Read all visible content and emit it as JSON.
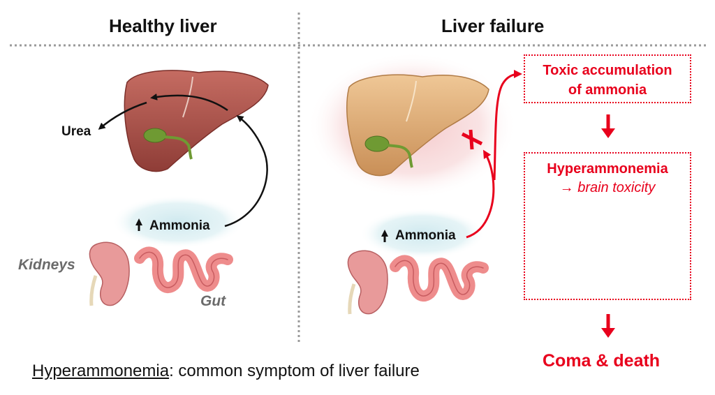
{
  "healthy_panel": {
    "title": "Healthy liver",
    "urea_label": "Urea",
    "ammonia_label": "Ammonia",
    "kidneys_label": "Kidneys",
    "gut_label": "Gut"
  },
  "failure_panel": {
    "title": "Liver failure",
    "ammonia_label": "Ammonia",
    "box1": {
      "line1": "Toxic accumulation",
      "line2": "of ammonia"
    },
    "box2": {
      "line1": "Hyperammonemia",
      "line2": "→ brain toxicity"
    },
    "outcome": "Coma & death"
  },
  "caption": {
    "term": "Hyperammonemia",
    "rest": ": common symptom of liver failure"
  },
  "colors": {
    "alert_red": "#e8001c",
    "healthy_liver": "#b5574f",
    "failing_liver": "#e3b27a",
    "bile_green": "#6f9a33",
    "ammonia_glow": "#cfe9ef",
    "kidney_pink": "#e89a9a",
    "gut_pink": "#ee8c8c",
    "brain_pink": "#ec9aa6"
  }
}
